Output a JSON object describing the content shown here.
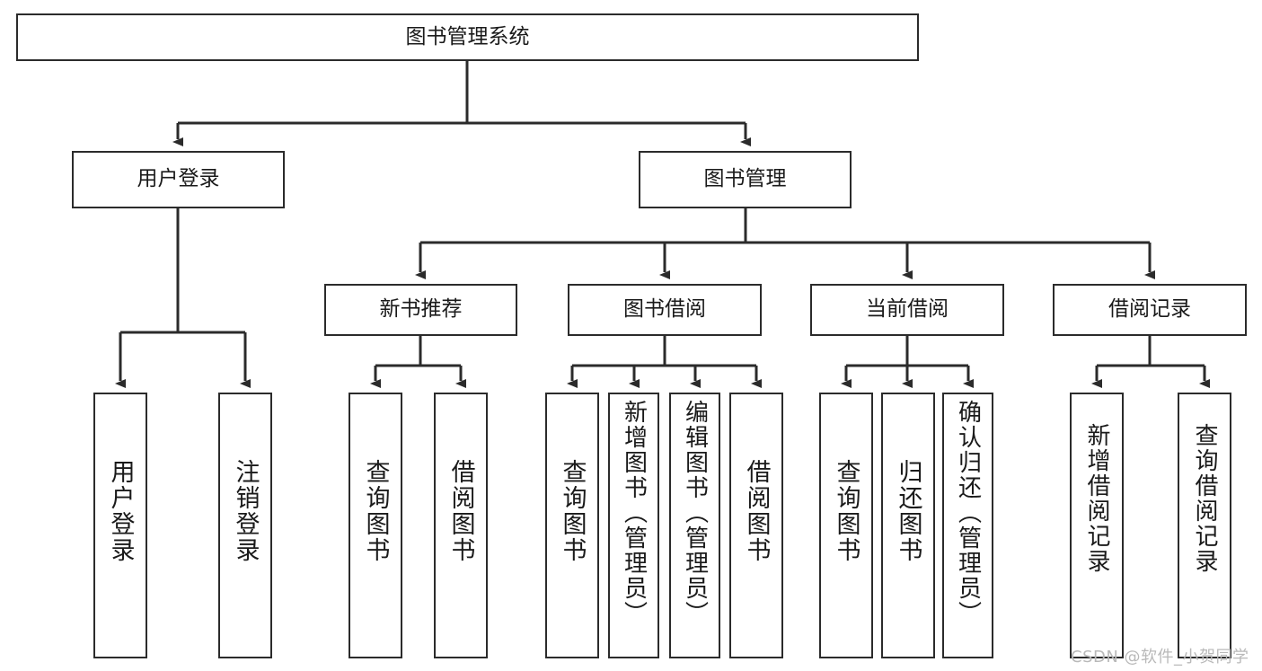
{
  "diagram": {
    "title": "图书管理系统",
    "type": "hierarchy-tree",
    "watermark": "CSDN @软件_小贺同学",
    "colors": {
      "stroke": "#2b2b2b",
      "fill": "#ffffff",
      "text": "#1a1a1a",
      "watermark": "#b9b9b9"
    },
    "levels": [
      {
        "level": 1,
        "nodes": [
          {
            "id": "root",
            "label": "图书管理系统"
          }
        ]
      },
      {
        "level": 2,
        "nodes": [
          {
            "id": "user-login",
            "label": "用户登录"
          },
          {
            "id": "book-manage",
            "label": "图书管理"
          }
        ]
      },
      {
        "level": 3,
        "nodes": [
          {
            "id": "new-book-rec",
            "label": "新书推荐"
          },
          {
            "id": "book-borrow",
            "label": "图书借阅"
          },
          {
            "id": "current-borrow",
            "label": "当前借阅"
          },
          {
            "id": "borrow-record",
            "label": "借阅记录"
          }
        ]
      },
      {
        "level": 4,
        "nodes": [
          {
            "id": "leaf-user-login",
            "label": "用户登录",
            "parent": "user-login"
          },
          {
            "id": "leaf-logout",
            "label": "注销登录",
            "parent": "user-login"
          },
          {
            "id": "leaf-query-book-1",
            "label": "查询图书",
            "parent": "new-book-rec"
          },
          {
            "id": "leaf-borrow-book-1",
            "label": "借阅图书",
            "parent": "new-book-rec"
          },
          {
            "id": "leaf-query-book-2",
            "label": "查询图书",
            "parent": "book-borrow"
          },
          {
            "id": "leaf-add-book",
            "label": "新增图书（管理员）",
            "parent": "book-borrow"
          },
          {
            "id": "leaf-edit-book",
            "label": "编辑图书（管理员）",
            "parent": "book-borrow"
          },
          {
            "id": "leaf-borrow-book-2",
            "label": "借阅图书",
            "parent": "book-borrow"
          },
          {
            "id": "leaf-query-book-3",
            "label": "查询图书",
            "parent": "current-borrow"
          },
          {
            "id": "leaf-return-book",
            "label": "归还图书",
            "parent": "current-borrow"
          },
          {
            "id": "leaf-confirm-return",
            "label": "确认归还（管理员）",
            "parent": "current-borrow"
          },
          {
            "id": "leaf-add-record",
            "label": "新增借阅记录",
            "parent": "borrow-record"
          },
          {
            "id": "leaf-query-record",
            "label": "查询借阅记录",
            "parent": "borrow-record"
          }
        ]
      }
    ]
  }
}
